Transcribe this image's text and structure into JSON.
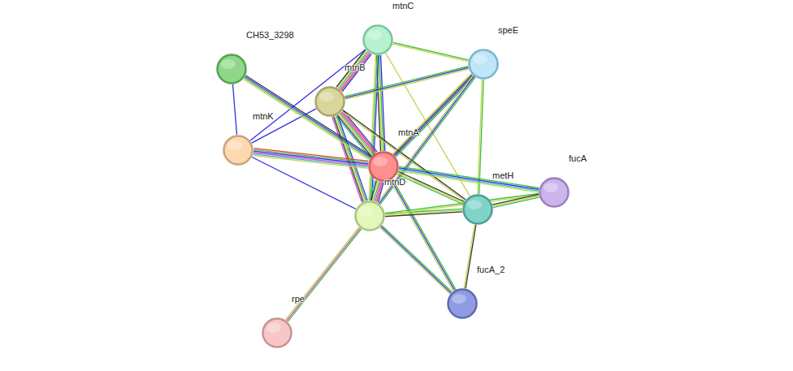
{
  "diagram": {
    "nodes": [
      {
        "text": [
          "mtnC"
        ]
      },
      {
        "text": [
          "speE"
        ]
      },
      {
        "text": [
          "CH53_3298"
        ]
      },
      {
        "text": [
          "mtnB"
        ]
      },
      {
        "text": [
          "mtnK"
        ]
      },
      {
        "text": [
          "mtnA"
        ]
      },
      {
        "text": [
          "fucA"
        ]
      },
      {
        "text": [
          "metH"
        ]
      },
      {
        "text": [
          "mtnD"
        ]
      },
      {
        "text": [
          "fucA_2"
        ]
      },
      {
        "text": [
          "rpe"
        ]
      }
    ],
    "edges": [
      {
        "from": 0,
        "to": 1,
        "arrow": "none"
      },
      {
        "from": 0,
        "to": 3,
        "arrow": "none"
      },
      {
        "from": 0,
        "to": 5,
        "arrow": "none"
      },
      {
        "from": 0,
        "to": 8,
        "arrow": "none"
      },
      {
        "from": 4,
        "to": 0,
        "arrow": "none"
      },
      {
        "from": 0,
        "to": 7,
        "arrow": "none"
      },
      {
        "from": 3,
        "to": 1,
        "arrow": "none"
      },
      {
        "from": 4,
        "to": 3,
        "arrow": "none"
      },
      {
        "from": 3,
        "to": 5,
        "arrow": "none"
      },
      {
        "from": 3,
        "to": 8,
        "arrow": "none"
      },
      {
        "from": 3,
        "to": 7,
        "arrow": "none"
      },
      {
        "from": 2,
        "to": 5,
        "arrow": "none"
      },
      {
        "from": 2,
        "to": 4,
        "arrow": "none"
      },
      {
        "from": 1,
        "to": 5,
        "arrow": "none"
      },
      {
        "from": 1,
        "to": 8,
        "arrow": "none"
      },
      {
        "from": 1,
        "to": 7,
        "arrow": "none"
      },
      {
        "from": 4,
        "to": 5,
        "arrow": "none"
      },
      {
        "from": 4,
        "to": 8,
        "arrow": "none"
      },
      {
        "from": 5,
        "to": 8,
        "arrow": "none"
      },
      {
        "from": 5,
        "to": 7,
        "arrow": "none"
      },
      {
        "from": 5,
        "to": 6,
        "arrow": "none"
      },
      {
        "from": 5,
        "to": 9,
        "arrow": "none"
      },
      {
        "from": 8,
        "to": 7,
        "arrow": "none"
      },
      {
        "from": 8,
        "to": 6,
        "arrow": "none"
      },
      {
        "from": 8,
        "to": 9,
        "arrow": "none"
      },
      {
        "from": 8,
        "to": 10,
        "arrow": "none"
      },
      {
        "from": 7,
        "to": 6,
        "arrow": "none"
      },
      {
        "from": 7,
        "to": 9,
        "arrow": "none"
      }
    ]
  }
}
